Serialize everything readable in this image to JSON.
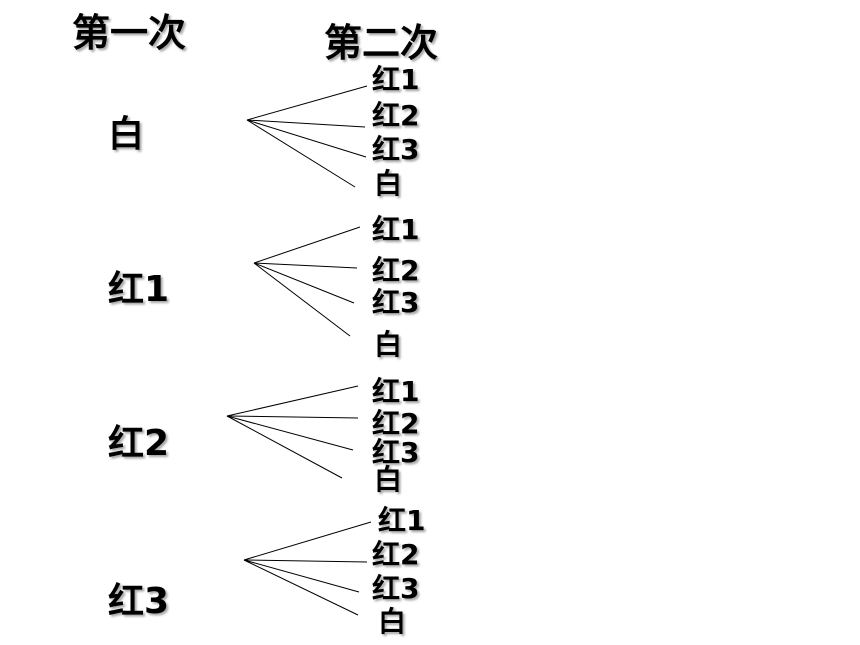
{
  "headers": {
    "first": "第一次",
    "second": "第二次"
  },
  "groups": [
    {
      "first": "白",
      "second": [
        "红1",
        "红2",
        "红3",
        "白"
      ]
    },
    {
      "first": "红1",
      "second": [
        "红1",
        "红2",
        "红3",
        "白"
      ]
    },
    {
      "first": "红2",
      "second": [
        "红1",
        "红2",
        "红3",
        "白"
      ]
    },
    {
      "first": "红3",
      "second": [
        "红1",
        "红2",
        "红3",
        "白"
      ]
    }
  ]
}
